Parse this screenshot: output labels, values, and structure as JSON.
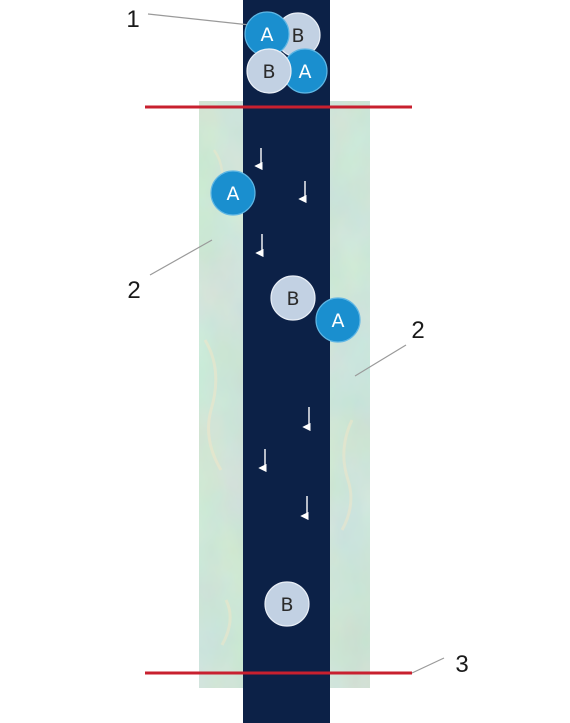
{
  "colors": {
    "channel": "#0c2147",
    "wall_base": "#a7d2b8",
    "limit_line": "#c8202f",
    "particle_a_fill": "#1a8fcf",
    "particle_a_text": "#ffffff",
    "particle_b_fill": "#c2d1e3",
    "particle_b_text": "#2b2b2b",
    "arrow": "#ffffff",
    "leader": "#9a9a9a",
    "callout_text": "#1a1a1a"
  },
  "particle_labels": {
    "a": "A",
    "b": "B"
  },
  "callouts": {
    "inlet": "1",
    "wall_left": "2",
    "wall_right": "2",
    "outlet": "3"
  }
}
